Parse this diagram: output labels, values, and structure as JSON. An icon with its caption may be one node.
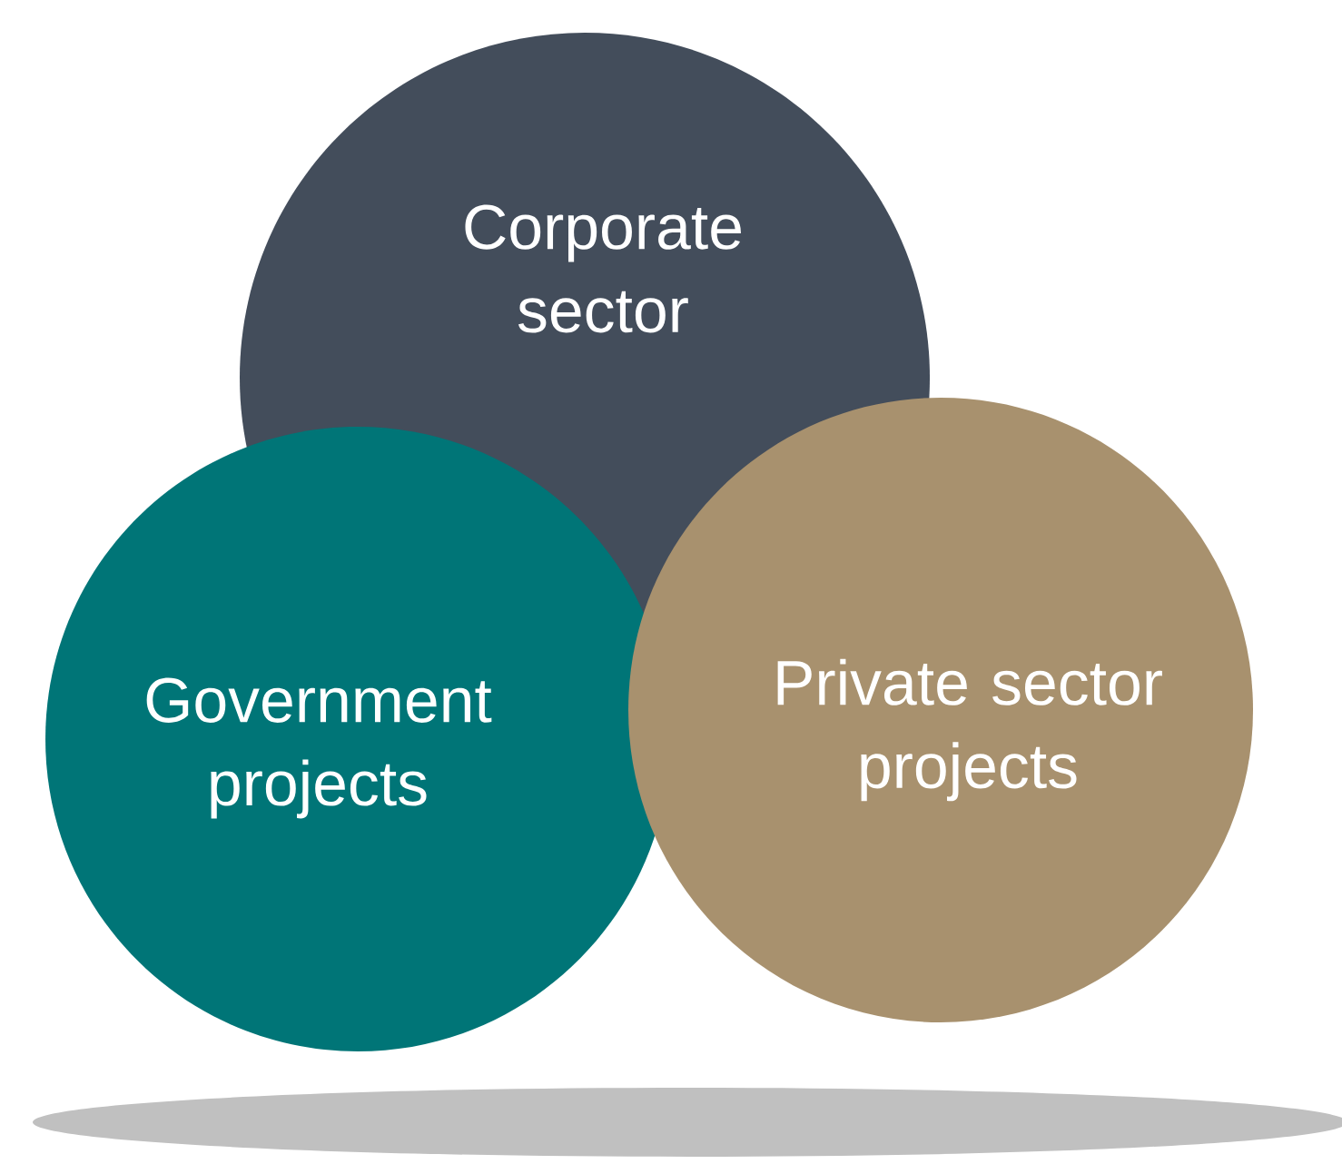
{
  "diagram": {
    "nodes": [
      {
        "text": [
          "Corporate sector"
        ]
      },
      {
        "text": [
          "Government projects"
        ]
      },
      {
        "text": [
          "Private sector projects"
        ]
      }
    ]
  }
}
